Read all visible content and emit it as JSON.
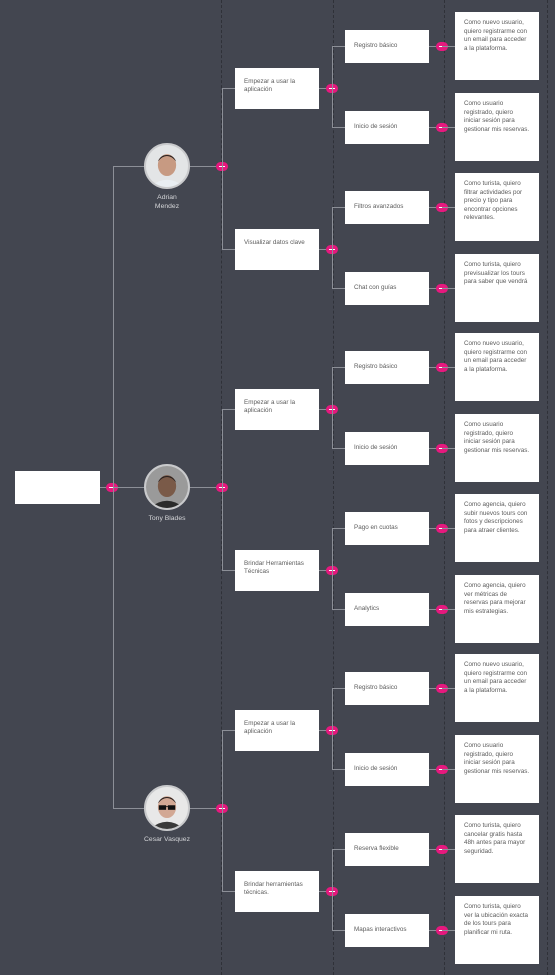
{
  "root": {
    "label": ""
  },
  "people": [
    {
      "name": "Adrian\nMendez",
      "avatar_icon": "person-avatar-icon",
      "epics": [
        {
          "label": "Empezar a usar la aplicación",
          "features": [
            {
              "label": "Registro básico",
              "story": "Como nuevo usuario, quiero registrarme con un email para acceder a la plataforma."
            },
            {
              "label": "Inicio de sesión",
              "story": "Como usuario registrado, quiero iniciar sesión para gestionar mis reservas."
            }
          ]
        },
        {
          "label": "Visualizar datos clave",
          "features": [
            {
              "label": "Filtros avanzados",
              "story": "Como turista, quiero filtrar actividades por precio y tipo para encontrar opciones relevantes."
            },
            {
              "label": "Chat con guías",
              "story": "Como turista, quiero previsualizar los tours para saber que vendrá"
            }
          ]
        }
      ]
    },
    {
      "name": "Tony Blades",
      "avatar_icon": "person-avatar-icon",
      "epics": [
        {
          "label": "Empezar a usar la aplicación",
          "features": [
            {
              "label": "Registro básico",
              "story": "Como nuevo usuario, quiero registrarme con un email para acceder a la plataforma."
            },
            {
              "label": "Inicio de sesión",
              "story": "Como usuario registrado, quiero iniciar sesión para gestionar mis reservas."
            }
          ]
        },
        {
          "label": "Brindar Herramientas Técnicas",
          "features": [
            {
              "label": "Pago en cuotas",
              "story": "Como agencia, quiero subir nuevos tours con fotos y descripciones para atraer clientes."
            },
            {
              "label": "Analytics",
              "story": "Como agencia, quiero ver métricas de reservas para mejorar mis estrategias."
            }
          ]
        }
      ]
    },
    {
      "name": "Cesar Vasquez",
      "avatar_icon": "person-avatar-icon",
      "epics": [
        {
          "label": "Empezar a usar la aplicación",
          "features": [
            {
              "label": "Registro básico",
              "story": "Como nuevo usuario, quiero registrarme con un email para acceder a la plataforma."
            },
            {
              "label": "Inicio de sesión",
              "story": "Como usuario registrado, quiero iniciar sesión para gestionar mis reservas."
            }
          ]
        },
        {
          "label": "Brindar herramientas técnicas.",
          "features": [
            {
              "label": "Reserva flexible",
              "story": "Como turista, quiero cancelar gratis hasta 48h antes para mayor seguridad."
            },
            {
              "label": "Mapas interactivos",
              "story": "Como turista, quiero ver la ubicación exacta de los tours para planificar mi ruta."
            }
          ]
        }
      ]
    }
  ],
  "colors": {
    "background": "#434650",
    "connector": "#e6197e",
    "line": "#8c8f97",
    "card": "#ffffff"
  }
}
